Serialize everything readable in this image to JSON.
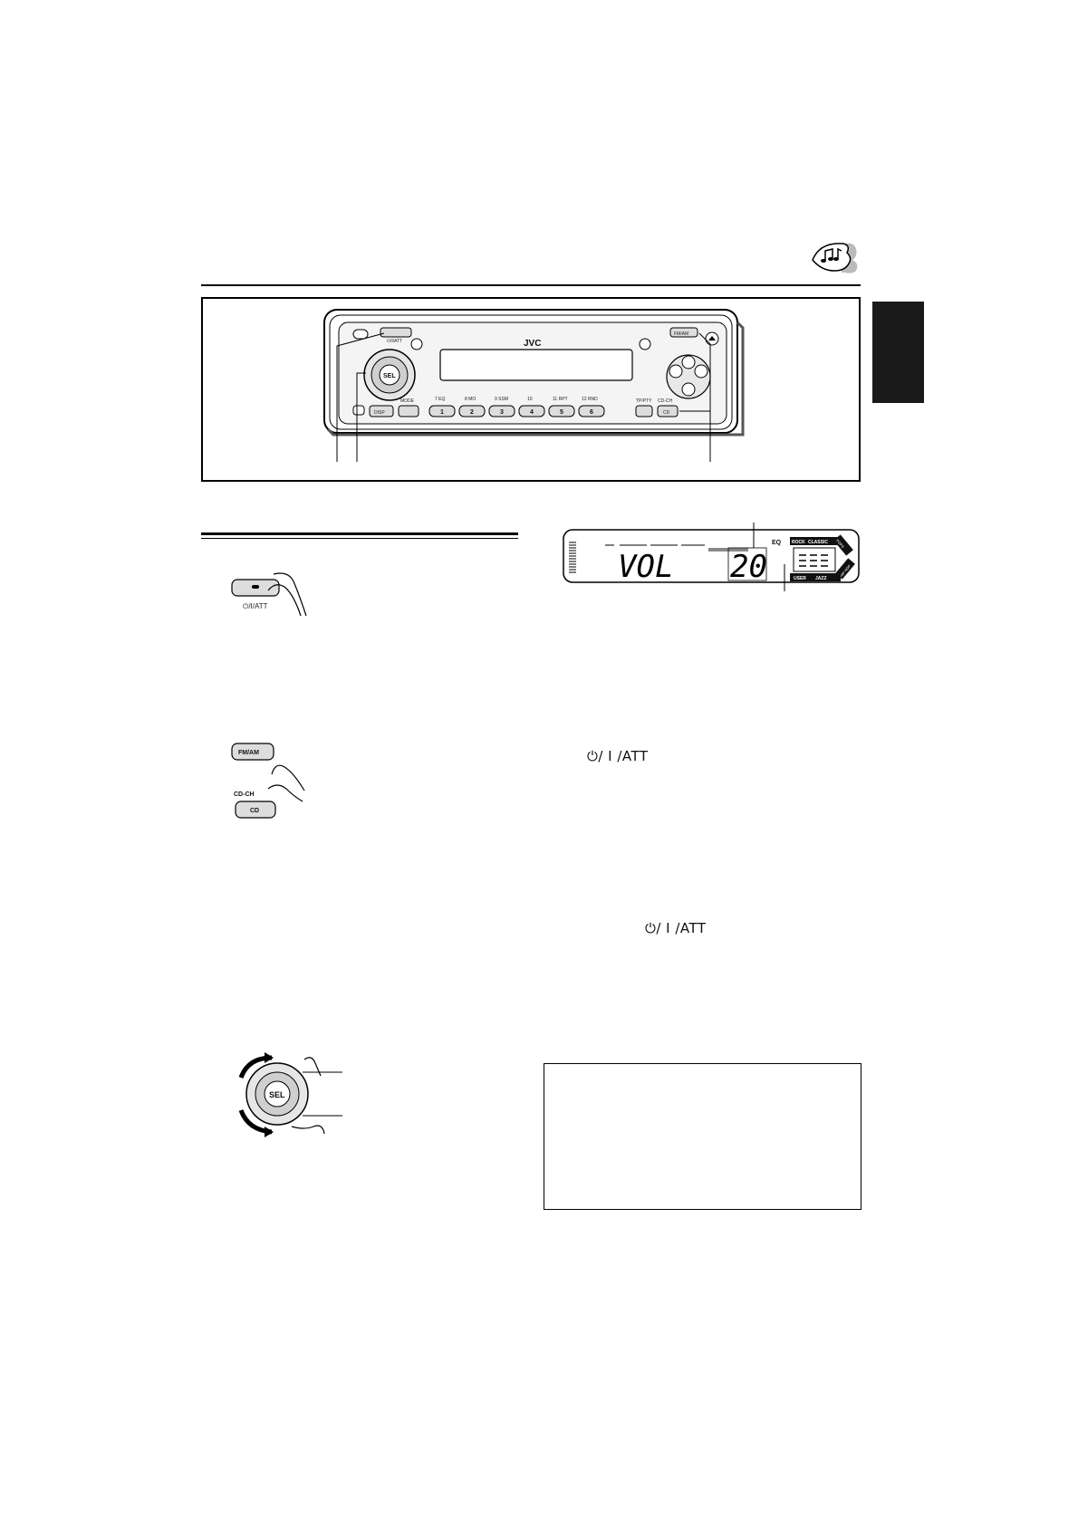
{
  "header": {
    "corner_icon": "music-notes-icon"
  },
  "side_tab": {
    "color": "#1a1a1a"
  },
  "radio_figure": {
    "brand": "JVC",
    "power_label": "⏻/I/ATT",
    "fmam_label": "FM/AM",
    "sel_label": "SEL",
    "disp_label": "DISP",
    "mode_label": "MODE",
    "cd_label": "CD",
    "tptpi_label": "TP/PTY",
    "cdch_label": "CD-CH",
    "preset_labels": [
      "1",
      "2",
      "3",
      "4",
      "5",
      "6"
    ],
    "preset_sublabels": [
      "7  EQ",
      "8  MO",
      "9  SSM",
      "10",
      "11  RPT",
      "12  RND"
    ]
  },
  "power_button_illustration": {
    "label": "⏻/I/ATT"
  },
  "source_buttons_illustration": {
    "fmam": "FM/AM",
    "cdch": "CD-CH",
    "cd": "CD"
  },
  "volume_control_illustration": {
    "label": "SEL"
  },
  "lcd_display": {
    "main_text": "VOL",
    "volume_value": "20",
    "eq_label": "EQ",
    "eq_modes": [
      "ROCK",
      "CLASSIC",
      "POPS",
      "HIP HOP",
      "USER",
      "JAZZ"
    ]
  },
  "instructions": {
    "symbol_line_1": "⏻/ I /ATT",
    "symbol_line_2": "⏻/ I /ATT"
  },
  "note_box": {
    "content": ""
  }
}
